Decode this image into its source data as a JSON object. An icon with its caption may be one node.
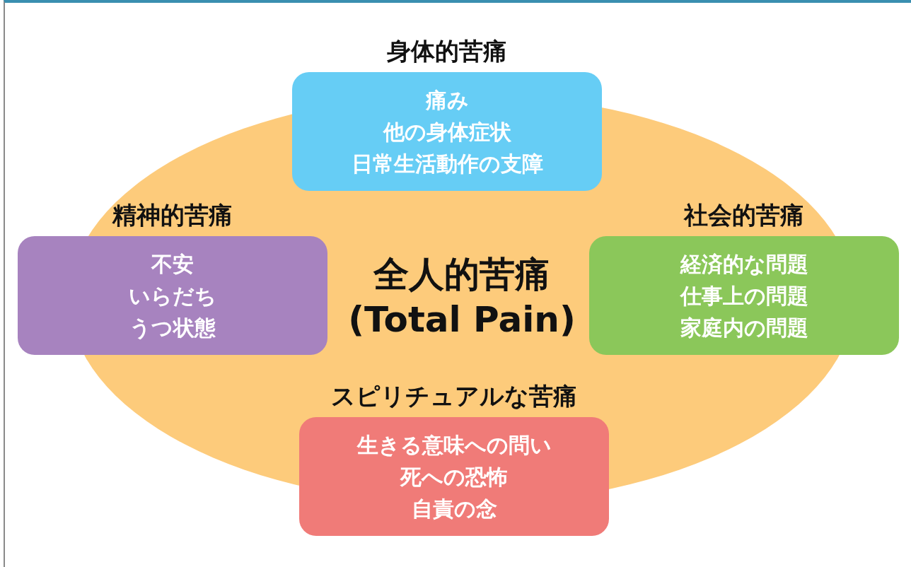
{
  "diagram": {
    "nodes": [
      {
        "text": [
          "全人的苦痛",
          "(Total Pain)"
        ]
      },
      {
        "text": [
          "痛み",
          "他の身体症状",
          "日常生活動作の支障"
        ],
        "beside": [
          "身体的苦痛"
        ]
      },
      {
        "text": [
          "不安",
          "いらだち",
          "うつ状態"
        ],
        "beside": [
          "精神的苦痛"
        ]
      },
      {
        "text": [
          "経済的な問題",
          "仕事上の問題",
          "家庭内の問題"
        ],
        "beside": [
          "社会的苦痛"
        ]
      },
      {
        "text": [
          "生きる意味への問い",
          "死への恐怖",
          "自責の念"
        ],
        "beside": [
          "スピリチュアルな苦痛"
        ]
      }
    ]
  }
}
